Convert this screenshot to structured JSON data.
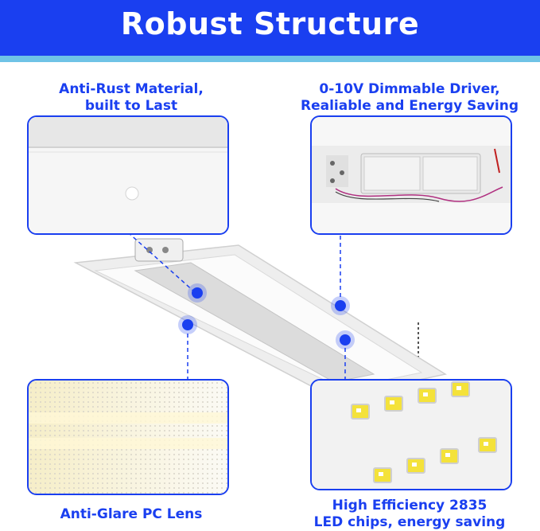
{
  "banner": {
    "title": "Robust Structure",
    "color": "#1a3ff0",
    "stripe_color": "#6fc3e6"
  },
  "callouts": {
    "top_left": [
      "Anti-Rust Material,",
      "built to Last"
    ],
    "top_right": [
      "0-10V Dimmable Driver,",
      "Realiable and Energy Saving"
    ],
    "bottom_left": [
      "Anti-Glare PC Lens"
    ],
    "bottom_right": [
      "High Efficiency 2835",
      "LED chips, energy saving"
    ]
  },
  "accent_color": "#1a3ff0"
}
